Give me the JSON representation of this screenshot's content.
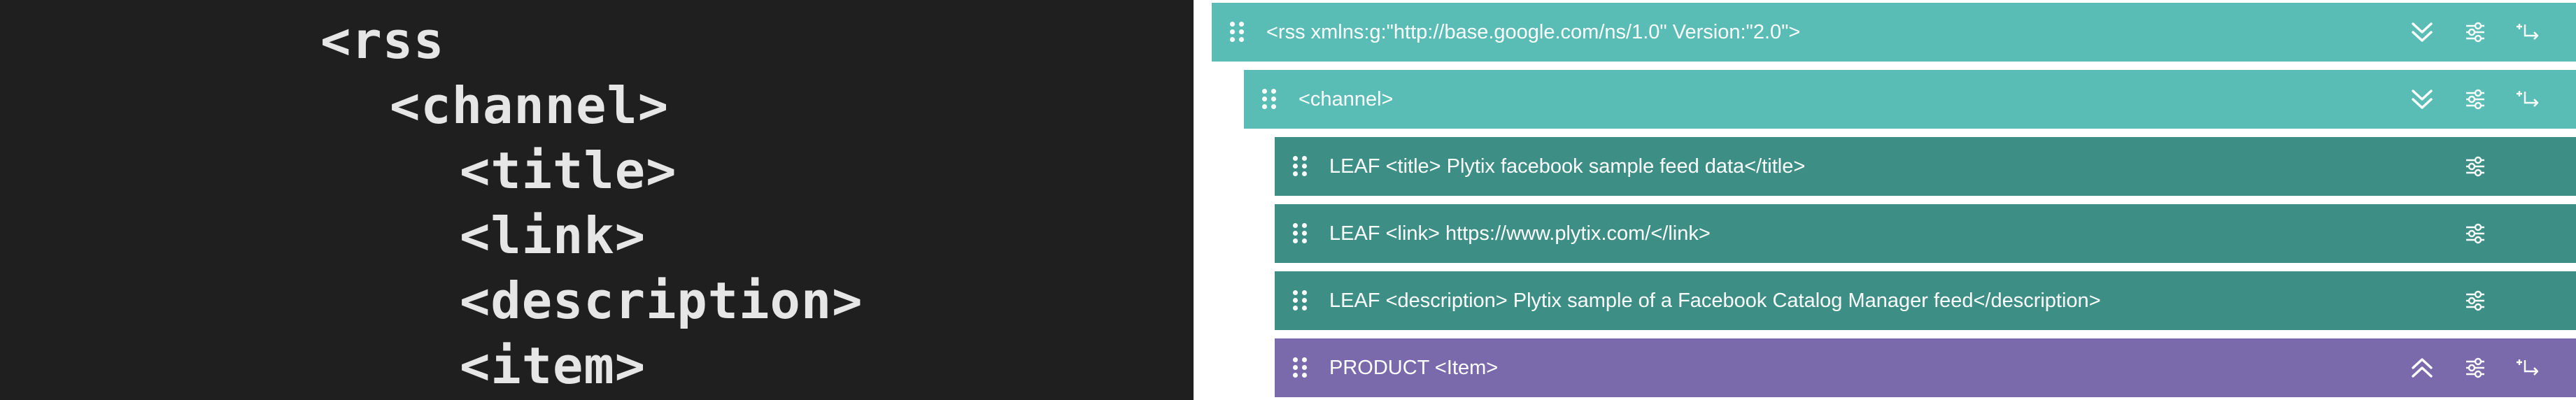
{
  "code_panel": {
    "lines": [
      "<rss",
      "<channel>",
      "<title>",
      "<link>",
      "<description>",
      "<item>"
    ]
  },
  "tree": {
    "rows": [
      {
        "label": "<rss xmlns:g:\"http://base.google.com/ns/1.0\" Version:\"2.0\">",
        "color": "#59bdb6"
      },
      {
        "label": "<channel>",
        "color": "#59bdb6"
      },
      {
        "label": "LEAF <title> Plytix facebook sample feed data</title>",
        "color": "#3d8f86"
      },
      {
        "label": "LEAF <link> https://www.plytix.com/</link>",
        "color": "#3d8f86"
      },
      {
        "label": "LEAF <description> Plytix sample of a Facebook Catalog Manager feed</description>",
        "color": "#3d8f86"
      },
      {
        "label": "PRODUCT <Item>",
        "color": "#7a6aac"
      }
    ],
    "icons": {
      "collapse": "double-chevron-down-icon",
      "expand": "double-chevron-up-icon",
      "settings": "sliders-icon",
      "add_child": "add-child-icon"
    }
  }
}
